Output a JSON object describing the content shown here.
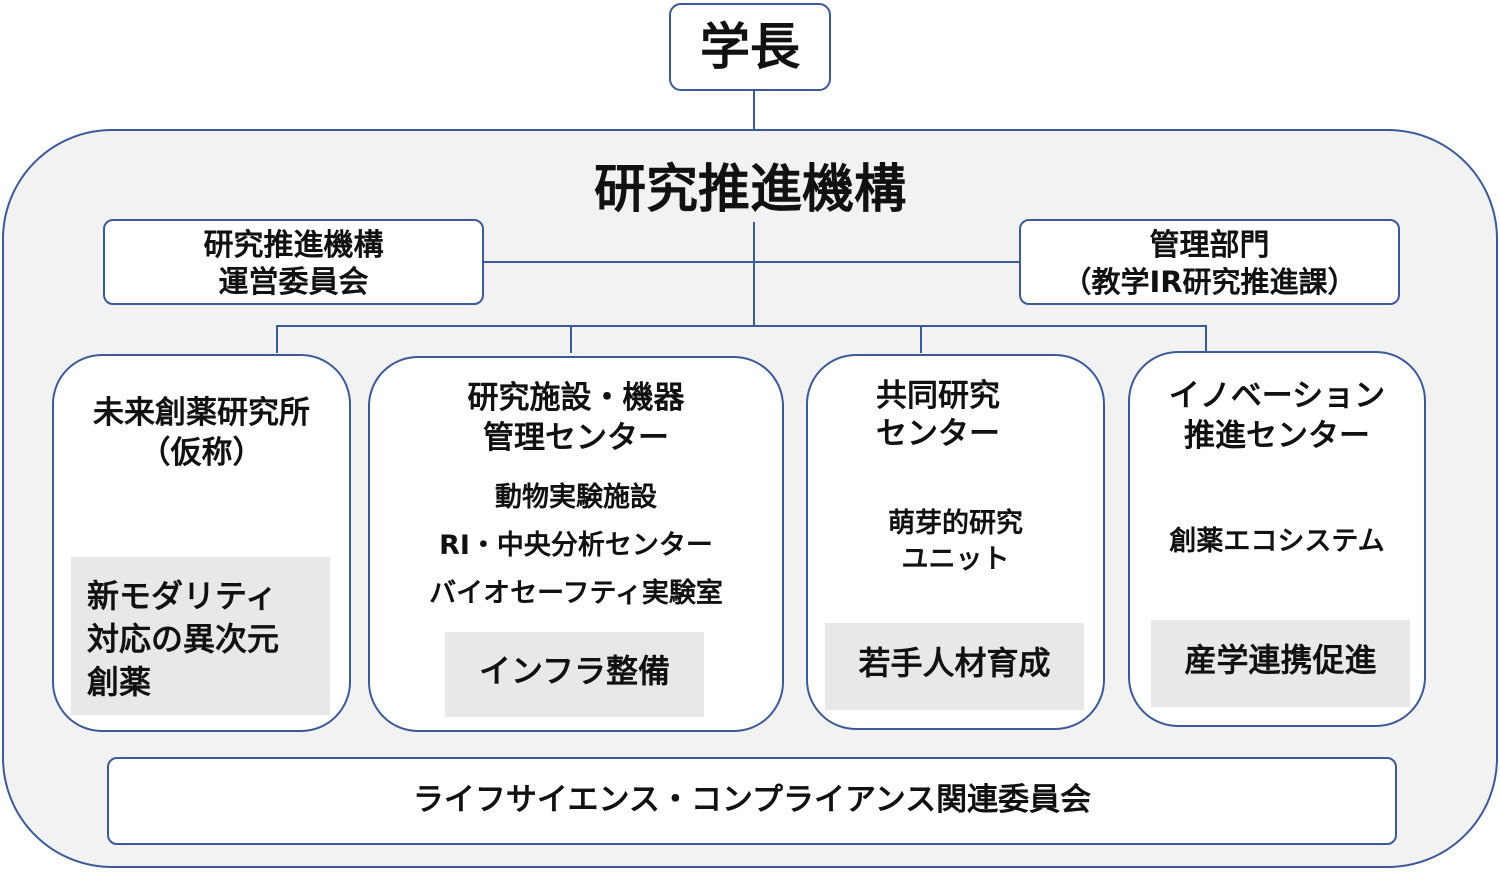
{
  "president": {
    "label": "学長"
  },
  "organization": {
    "title": "研究推進機構",
    "steering_committee": {
      "line1": "研究推進機構",
      "line2": "運営委員会"
    },
    "management_dept": {
      "line1": "管理部門",
      "line2": "（教学IR研究推進課）"
    },
    "units": [
      {
        "title_lines": [
          "未来創薬研究所",
          "（仮称）"
        ],
        "items": [],
        "highlight_lines": [
          "新モダリティ",
          "対応の異次元",
          "創薬"
        ]
      },
      {
        "title_lines": [
          "研究施設・機器",
          "管理センター"
        ],
        "items": [
          "動物実験施設",
          "RI・中央分析センター",
          "バイオセーフティ実験室"
        ],
        "highlight_lines": [
          "インフラ整備"
        ]
      },
      {
        "title_lines": [
          "共同研究",
          "センター"
        ],
        "items": [
          "萌芽的研究",
          "ユニット"
        ],
        "highlight_lines": [
          "若手人材育成"
        ]
      },
      {
        "title_lines": [
          "イノベーション",
          "推進センター"
        ],
        "items": [
          "創薬エコシステム"
        ],
        "highlight_lines": [
          "産学連携促進"
        ]
      }
    ],
    "compliance_committee": {
      "label": "ライフサイエンス・コンプライアンス関連委員会"
    }
  },
  "colors": {
    "border": "#3c5a9a",
    "outer_fill": "#f2f2f2",
    "highlight_fill": "#e8e8e8"
  }
}
